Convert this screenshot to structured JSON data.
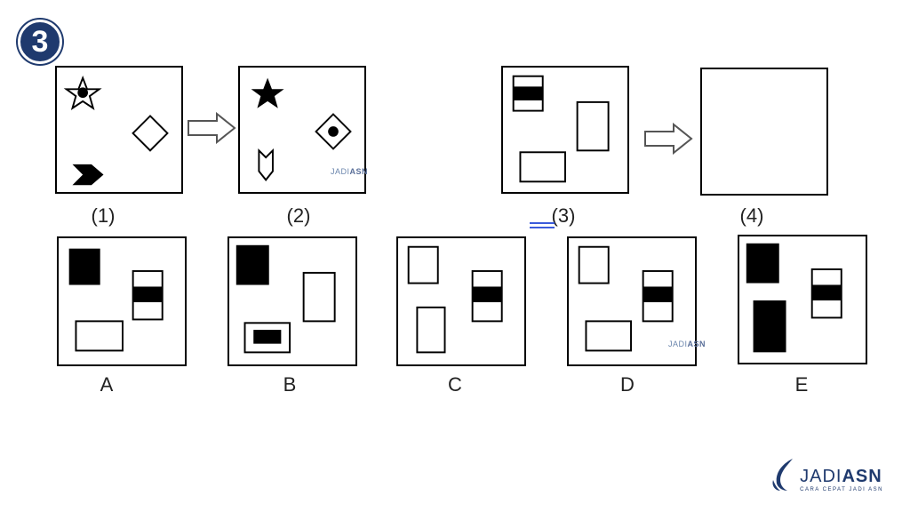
{
  "question_number": "3",
  "top_row": [
    {
      "label": "(1)"
    },
    {
      "label": "(2)"
    },
    {
      "label": "(3)"
    },
    {
      "label": "(4)"
    }
  ],
  "options": [
    {
      "label": "A"
    },
    {
      "label": "B"
    },
    {
      "label": "C"
    },
    {
      "label": "D"
    },
    {
      "label": "E"
    }
  ],
  "watermark": {
    "prefix": "JADI",
    "suffix": "ASN"
  },
  "brand": {
    "prefix": "JADI",
    "suffix": "ASN",
    "tagline": "CARA CEPAT JADI ASN"
  },
  "colors": {
    "accent": "#1f3a6e",
    "watermark": "#6b86ad"
  }
}
